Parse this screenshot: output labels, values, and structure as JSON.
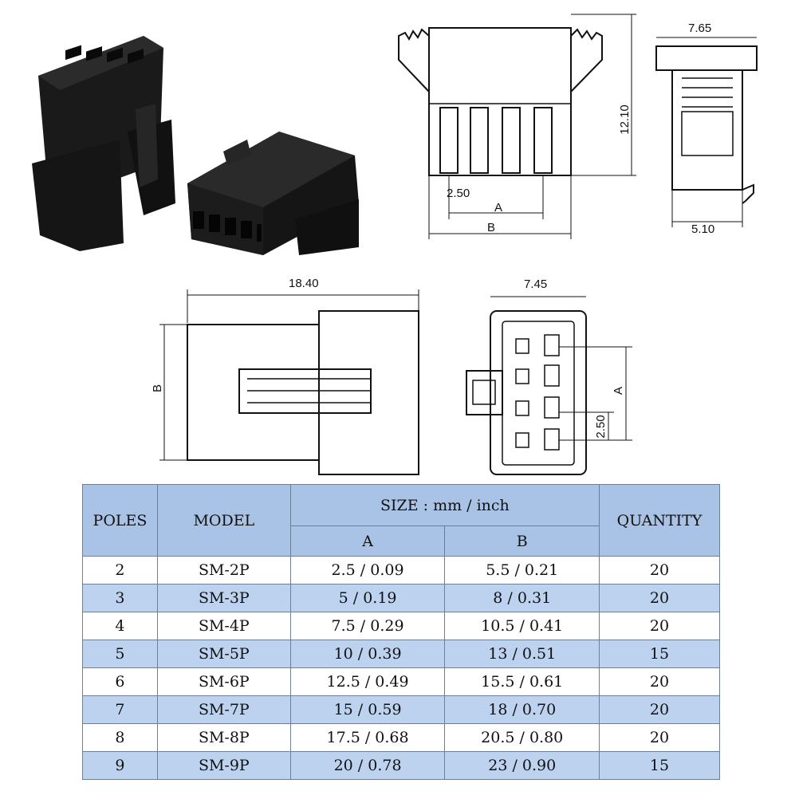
{
  "dimensions": {
    "top_width": "7.65",
    "height": "12.10",
    "bottom_width": "5.10",
    "pitch_top": "2.50",
    "label_a_top": "A",
    "label_b_top": "B",
    "length": "18.40",
    "label_b_side": "B",
    "front_width": "7.45",
    "label_a_front": "A",
    "pitch_front": "2.50"
  },
  "table": {
    "headers": {
      "poles": "POLES",
      "model": "MODEL",
      "size": "SIZE : mm / inch",
      "a": "A",
      "b": "B",
      "quantity": "QUANTITY"
    },
    "rows": [
      {
        "poles": "2",
        "model": "SM-2P",
        "a": "2.5 / 0.09",
        "b": "5.5 / 0.21",
        "qty": "20"
      },
      {
        "poles": "3",
        "model": "SM-3P",
        "a": "5 / 0.19",
        "b": "8 / 0.31",
        "qty": "20"
      },
      {
        "poles": "4",
        "model": "SM-4P",
        "a": "7.5 / 0.29",
        "b": "10.5 / 0.41",
        "qty": "20"
      },
      {
        "poles": "5",
        "model": "SM-5P",
        "a": "10 / 0.39",
        "b": "13 / 0.51",
        "qty": "15"
      },
      {
        "poles": "6",
        "model": "SM-6P",
        "a": "12.5 / 0.49",
        "b": "15.5 / 0.61",
        "qty": "20"
      },
      {
        "poles": "7",
        "model": "SM-7P",
        "a": "15 / 0.59",
        "b": "18 / 0.70",
        "qty": "20"
      },
      {
        "poles": "8",
        "model": "SM-8P",
        "a": "17.5 / 0.68",
        "b": "20.5 / 0.80",
        "qty": "20"
      },
      {
        "poles": "9",
        "model": "SM-9P",
        "a": "20 / 0.78",
        "b": "23 / 0.90",
        "qty": "15"
      }
    ]
  },
  "colors": {
    "header_blue": "#a9c3e6",
    "row_blue": "#bcd2ee",
    "connector_black": "#141414"
  }
}
